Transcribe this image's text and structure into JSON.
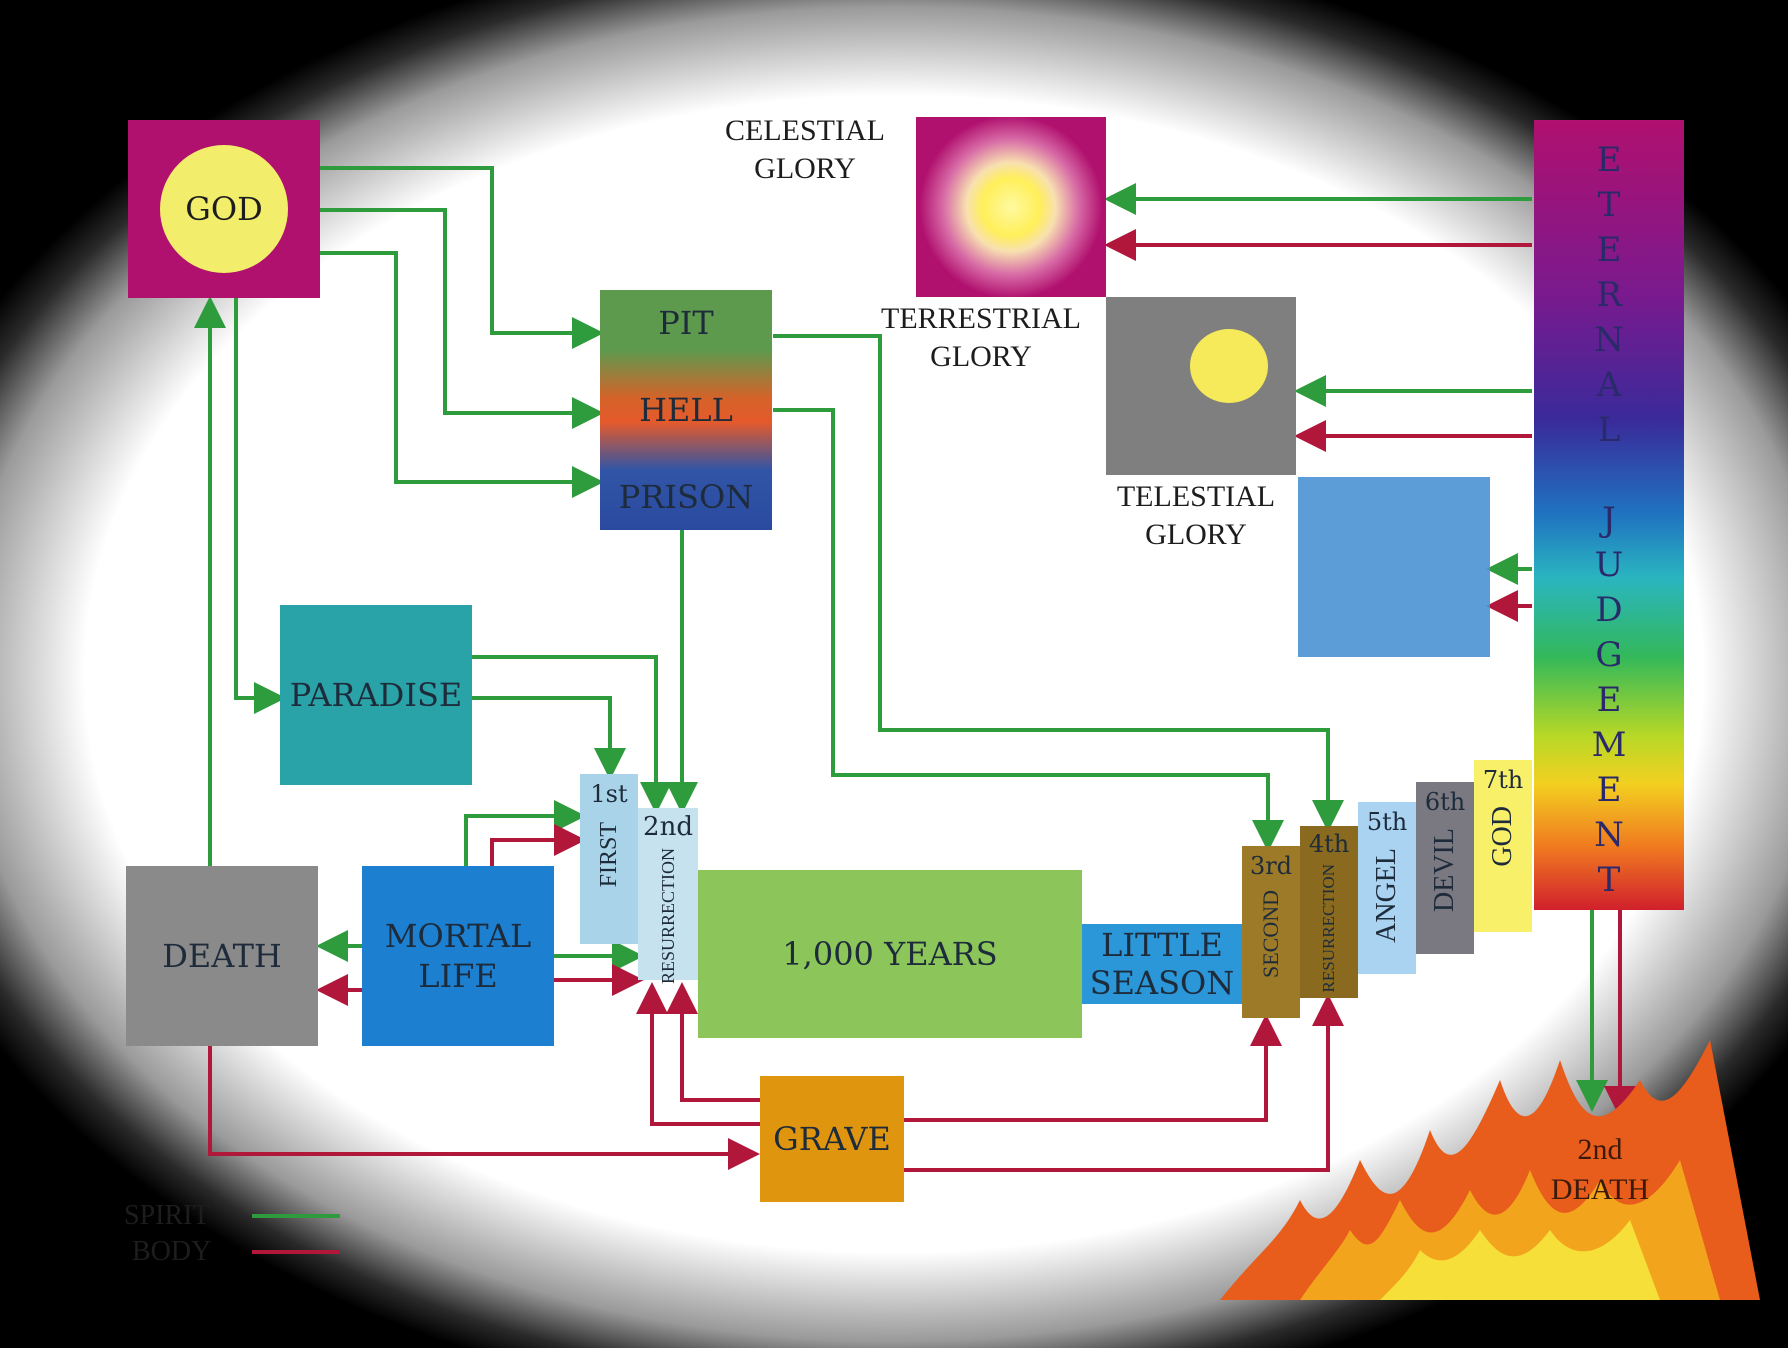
{
  "nodes": {
    "god": "GOD",
    "pit": "PIT",
    "hell": "HELL",
    "prison": "PRISON",
    "paradise": "PARADISE",
    "death": "DEATH",
    "mortal_life": [
      "MORTAL",
      "LIFE"
    ],
    "first_res_num": "1st",
    "first_res_label": "FIRST",
    "second_res_num": "2nd",
    "second_res_label": "RESURRECTION",
    "thousand_years": "1,000 YEARS",
    "little_season": [
      "LITTLE",
      "SEASON"
    ],
    "third_num": "3rd",
    "third_label": "SECOND",
    "fourth_num": "4th",
    "fourth_label": "RESURRECTION",
    "fifth_num": "5th",
    "fifth_label": "ANGEL",
    "sixth_num": "6th",
    "sixth_label": "DEVIL",
    "seventh_num": "7th",
    "seventh_label": "GOD",
    "grave": "GRAVE",
    "celestial": [
      "CELESTIAL",
      "GLORY"
    ],
    "terrestrial": [
      "TERRESTRIAL",
      "GLORY"
    ],
    "telestial": [
      "TELESTIAL",
      "GLORY"
    ],
    "eternal_judgement_letters": [
      "E",
      "T",
      "E",
      "R",
      "N",
      "A",
      "L",
      "",
      "J",
      "U",
      "D",
      "G",
      "E",
      "M",
      "E",
      "N",
      "T"
    ],
    "second_death": [
      "2nd",
      "DEATH"
    ]
  },
  "legend": {
    "spirit": "SPIRIT",
    "body": "BODY"
  },
  "colors": {
    "spirit": "#2e9b3c",
    "body": "#b0173a",
    "god_box": "#b0106e",
    "paradise": "#2aa3a8",
    "death": "#8a8a8a",
    "mortal": "#1c7fd0",
    "thousand": "#8cc65a",
    "grave": "#e0950f"
  }
}
